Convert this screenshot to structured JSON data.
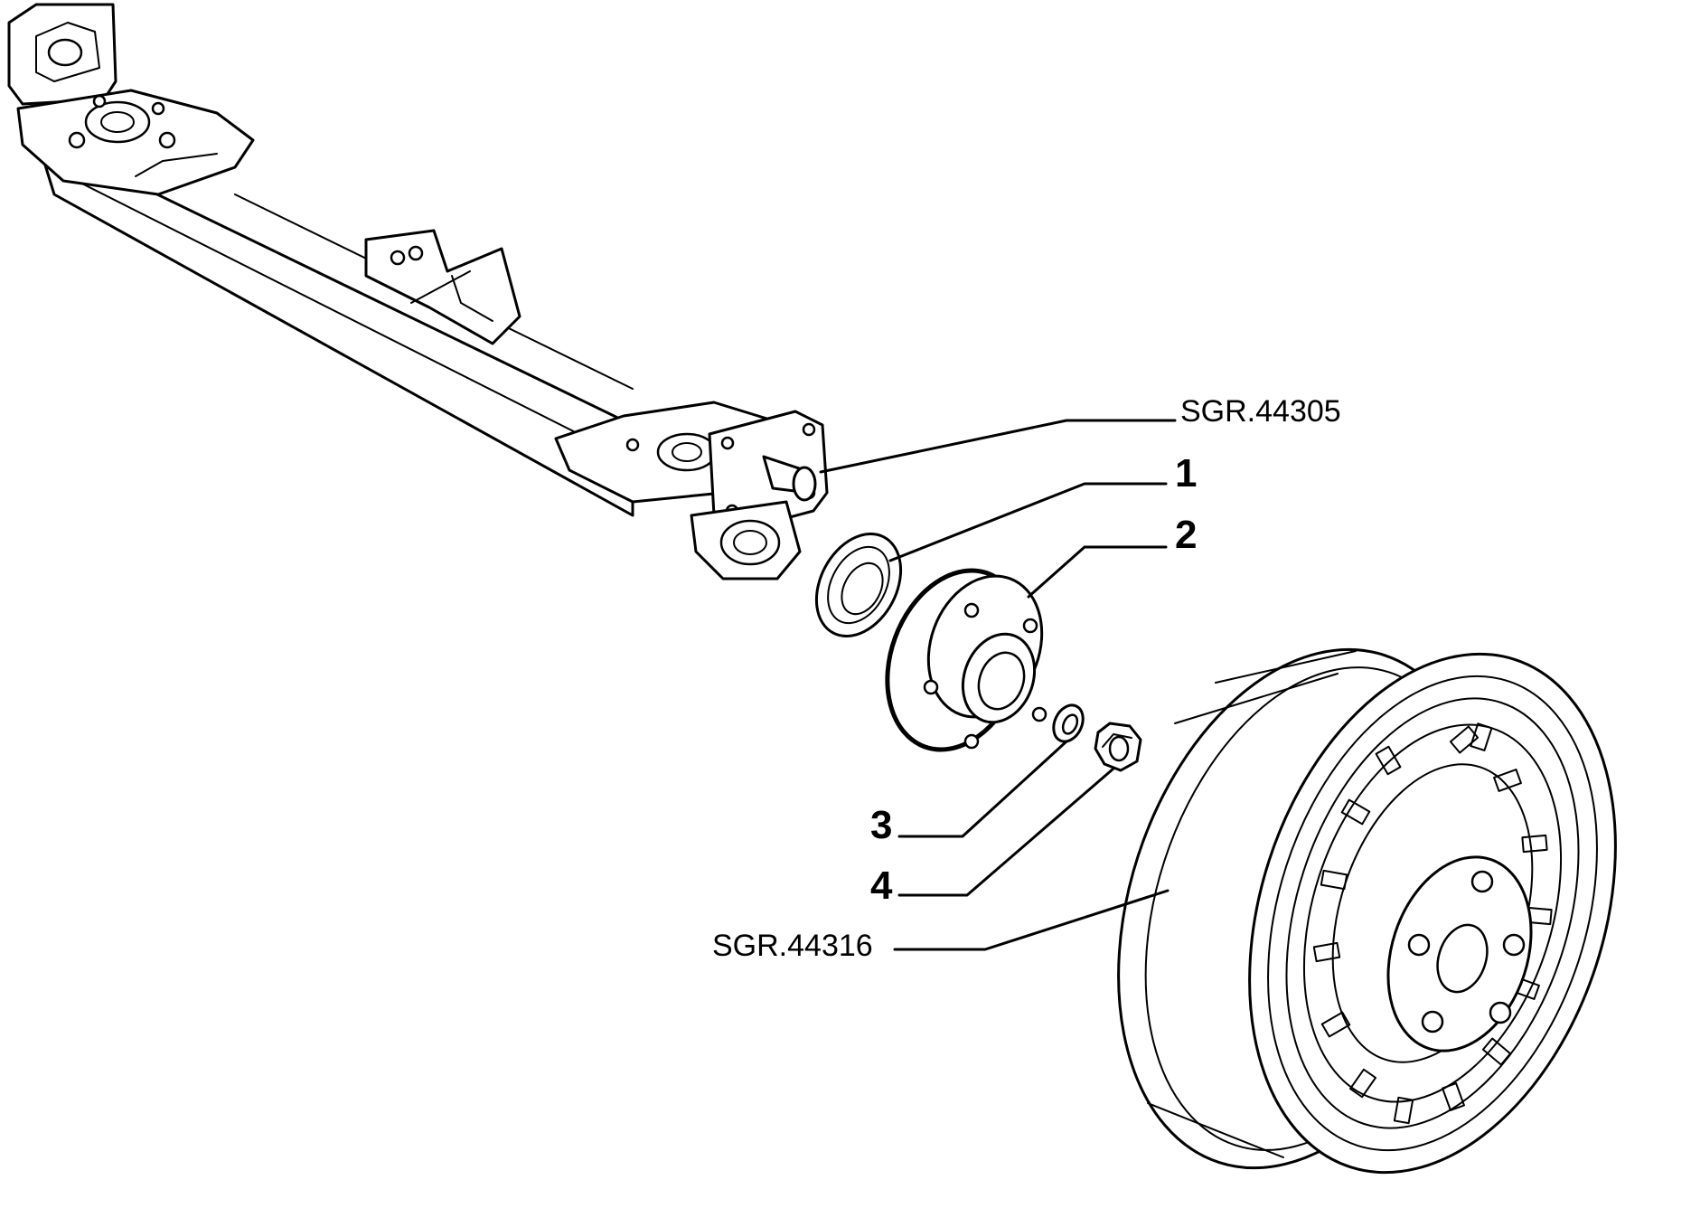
{
  "callouts": {
    "axle_ref": "SGR.44305",
    "wheel_ref": "SGR.44316",
    "item_1": "1",
    "item_2": "2",
    "item_3": "3",
    "item_4": "4"
  },
  "colors": {
    "line": "#000000",
    "background": "#ffffff"
  },
  "parts": [
    "rear-axle-beam",
    "oil-seal",
    "wheel-hub",
    "washer",
    "hub-nut",
    "steel-wheel-rim"
  ]
}
